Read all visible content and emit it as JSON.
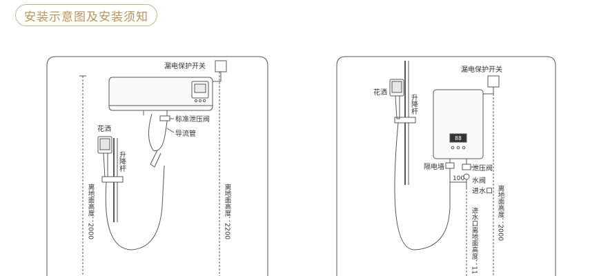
{
  "header": {
    "title": "安装示意图及安装须知"
  },
  "left_diagram": {
    "leakage_switch": "漏电保护开关",
    "pressure_valve": "标准泄压阀",
    "drain_pipe": "导流管",
    "shower_head": "花洒",
    "lift_rod": "升降杆",
    "height_2000": "离地面高度：2000",
    "height_2200": "离地面高度：2200"
  },
  "right_diagram": {
    "leakage_switch": "漏电保护开关",
    "shower_head": "花洒",
    "lift_rod": "升降杆",
    "wall": "隔电墙",
    "pressure_valve": "泄压阀",
    "water_valve": "水阀",
    "water_inlet": "进水口",
    "dim_100": "100",
    "inlet_height": "进水口离地面高度：11",
    "height_2000": "离地面高度：2000",
    "display": "88"
  },
  "colors": {
    "accent": "#b8935a",
    "border": "#c9b48a",
    "line": "#555555"
  }
}
